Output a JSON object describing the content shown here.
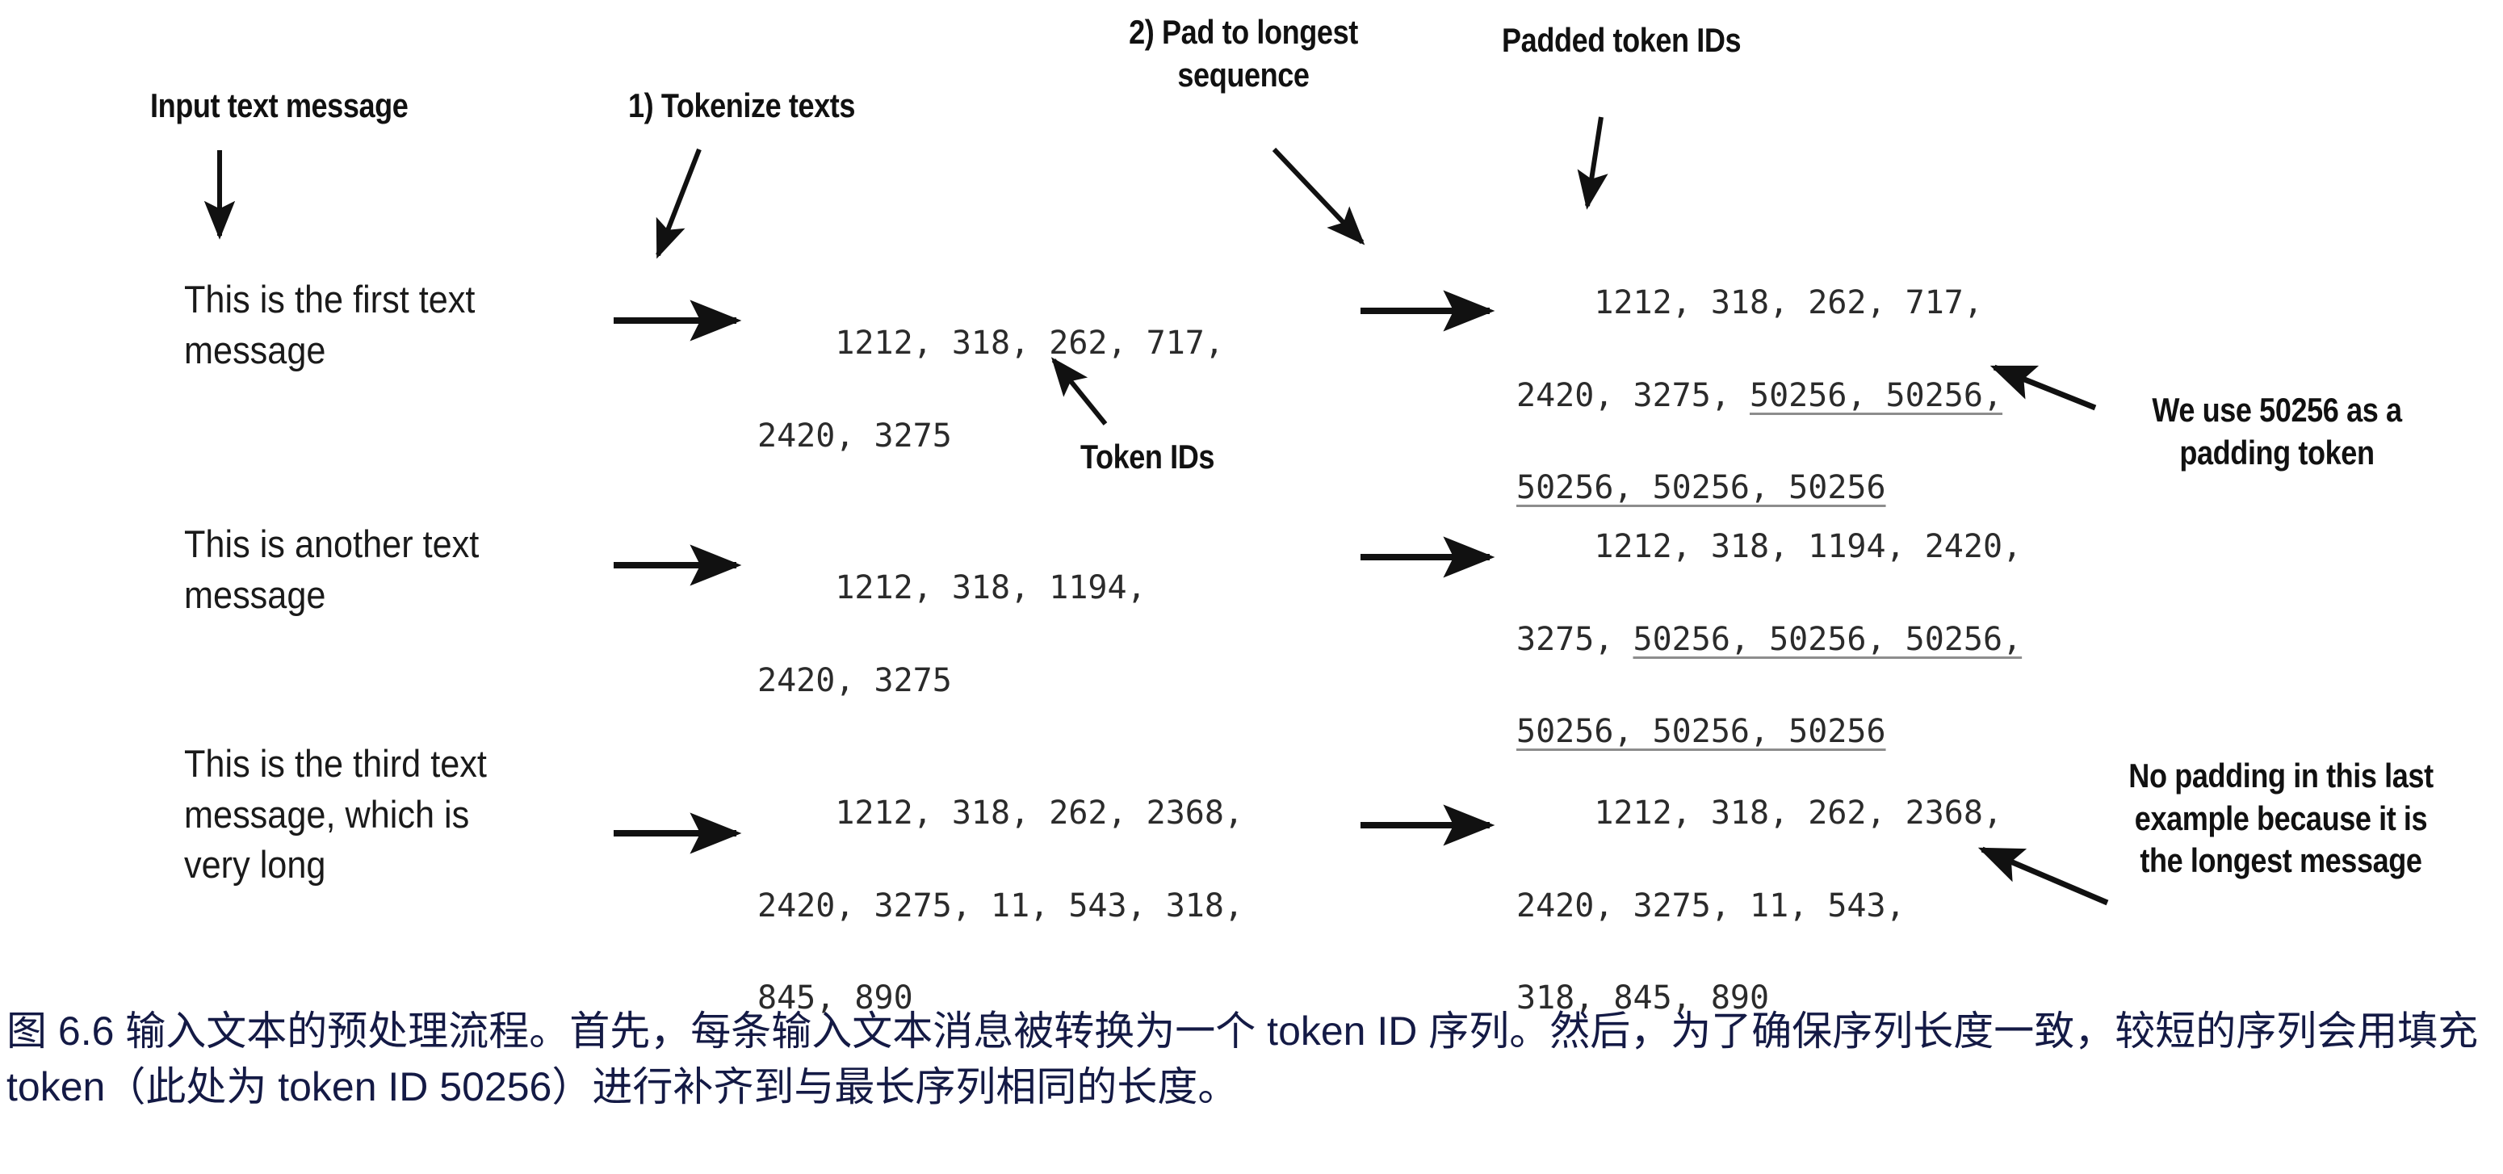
{
  "figure": {
    "headers": [
      {
        "id": "input-text-message",
        "text": "Input text message"
      },
      {
        "id": "tokenize-texts",
        "text": "1) Tokenize texts"
      },
      {
        "id": "pad-to-longest-sequence",
        "line1": "2) Pad to longest",
        "line2": "sequence"
      },
      {
        "id": "padded-token-ids",
        "text": "Padded token IDs"
      }
    ],
    "token_ids_label": "Token IDs",
    "rows": [
      {
        "message": "This is the first text\nmessage",
        "token_ids_line1": "1212, 318, 262, 717,",
        "token_ids_line2": "2420, 3275",
        "padded": [
          {
            "plain": "1212, 318, 262, 717,",
            "padded": ""
          },
          {
            "plain": "2420, 3275, ",
            "padded": "50256, 50256,"
          },
          {
            "plain": "",
            "padded": "50256, 50256, 50256"
          }
        ]
      },
      {
        "message": "This is another text\nmessage",
        "token_ids_line1": "1212, 318, 1194,",
        "token_ids_line2": "2420, 3275",
        "padded": [
          {
            "plain": "1212, 318, 1194, 2420,",
            "padded": ""
          },
          {
            "plain": "3275, ",
            "padded": "50256, 50256, 50256,"
          },
          {
            "plain": "",
            "padded": "50256, 50256, 50256"
          }
        ]
      },
      {
        "message": "This is the third text\nmessage, which is\nvery long",
        "token_ids_line1": "1212, 318, 262, 2368,",
        "token_ids_line2": "2420, 3275, 11, 543, 318,",
        "token_ids_line3": "845, 890",
        "padded": [
          {
            "plain": "1212, 318, 262, 2368,",
            "padded": ""
          },
          {
            "plain": "2420, 3275, 11, 543,",
            "padded": ""
          },
          {
            "plain": "318, 845, 890",
            "padded": ""
          }
        ]
      }
    ],
    "notes": [
      {
        "id": "padding-token-note",
        "line1": "We use 50256 as a",
        "line2": "padding token"
      },
      {
        "id": "no-padding-note",
        "line1": "No padding in this last",
        "line2": "example because it is",
        "line3": "the longest message"
      }
    ]
  },
  "caption": {
    "text": "图 6.6 输入文本的预处理流程。首先，每条输入文本消息被转换为一个 token ID 序列。然后，为了确保序列长度一致，较短的序列会用填充 token（此处为 token ID 50256）进行补齐到与最长序列相同的长度。"
  },
  "colors": {
    "background": "#ffffff",
    "annotation_text": "#111111",
    "message_text": "#1a1a1a",
    "mono_text": "#2b2b2b",
    "underline": "#8d8d8d",
    "caption_text": "#141a45",
    "arrow": "#111111"
  }
}
